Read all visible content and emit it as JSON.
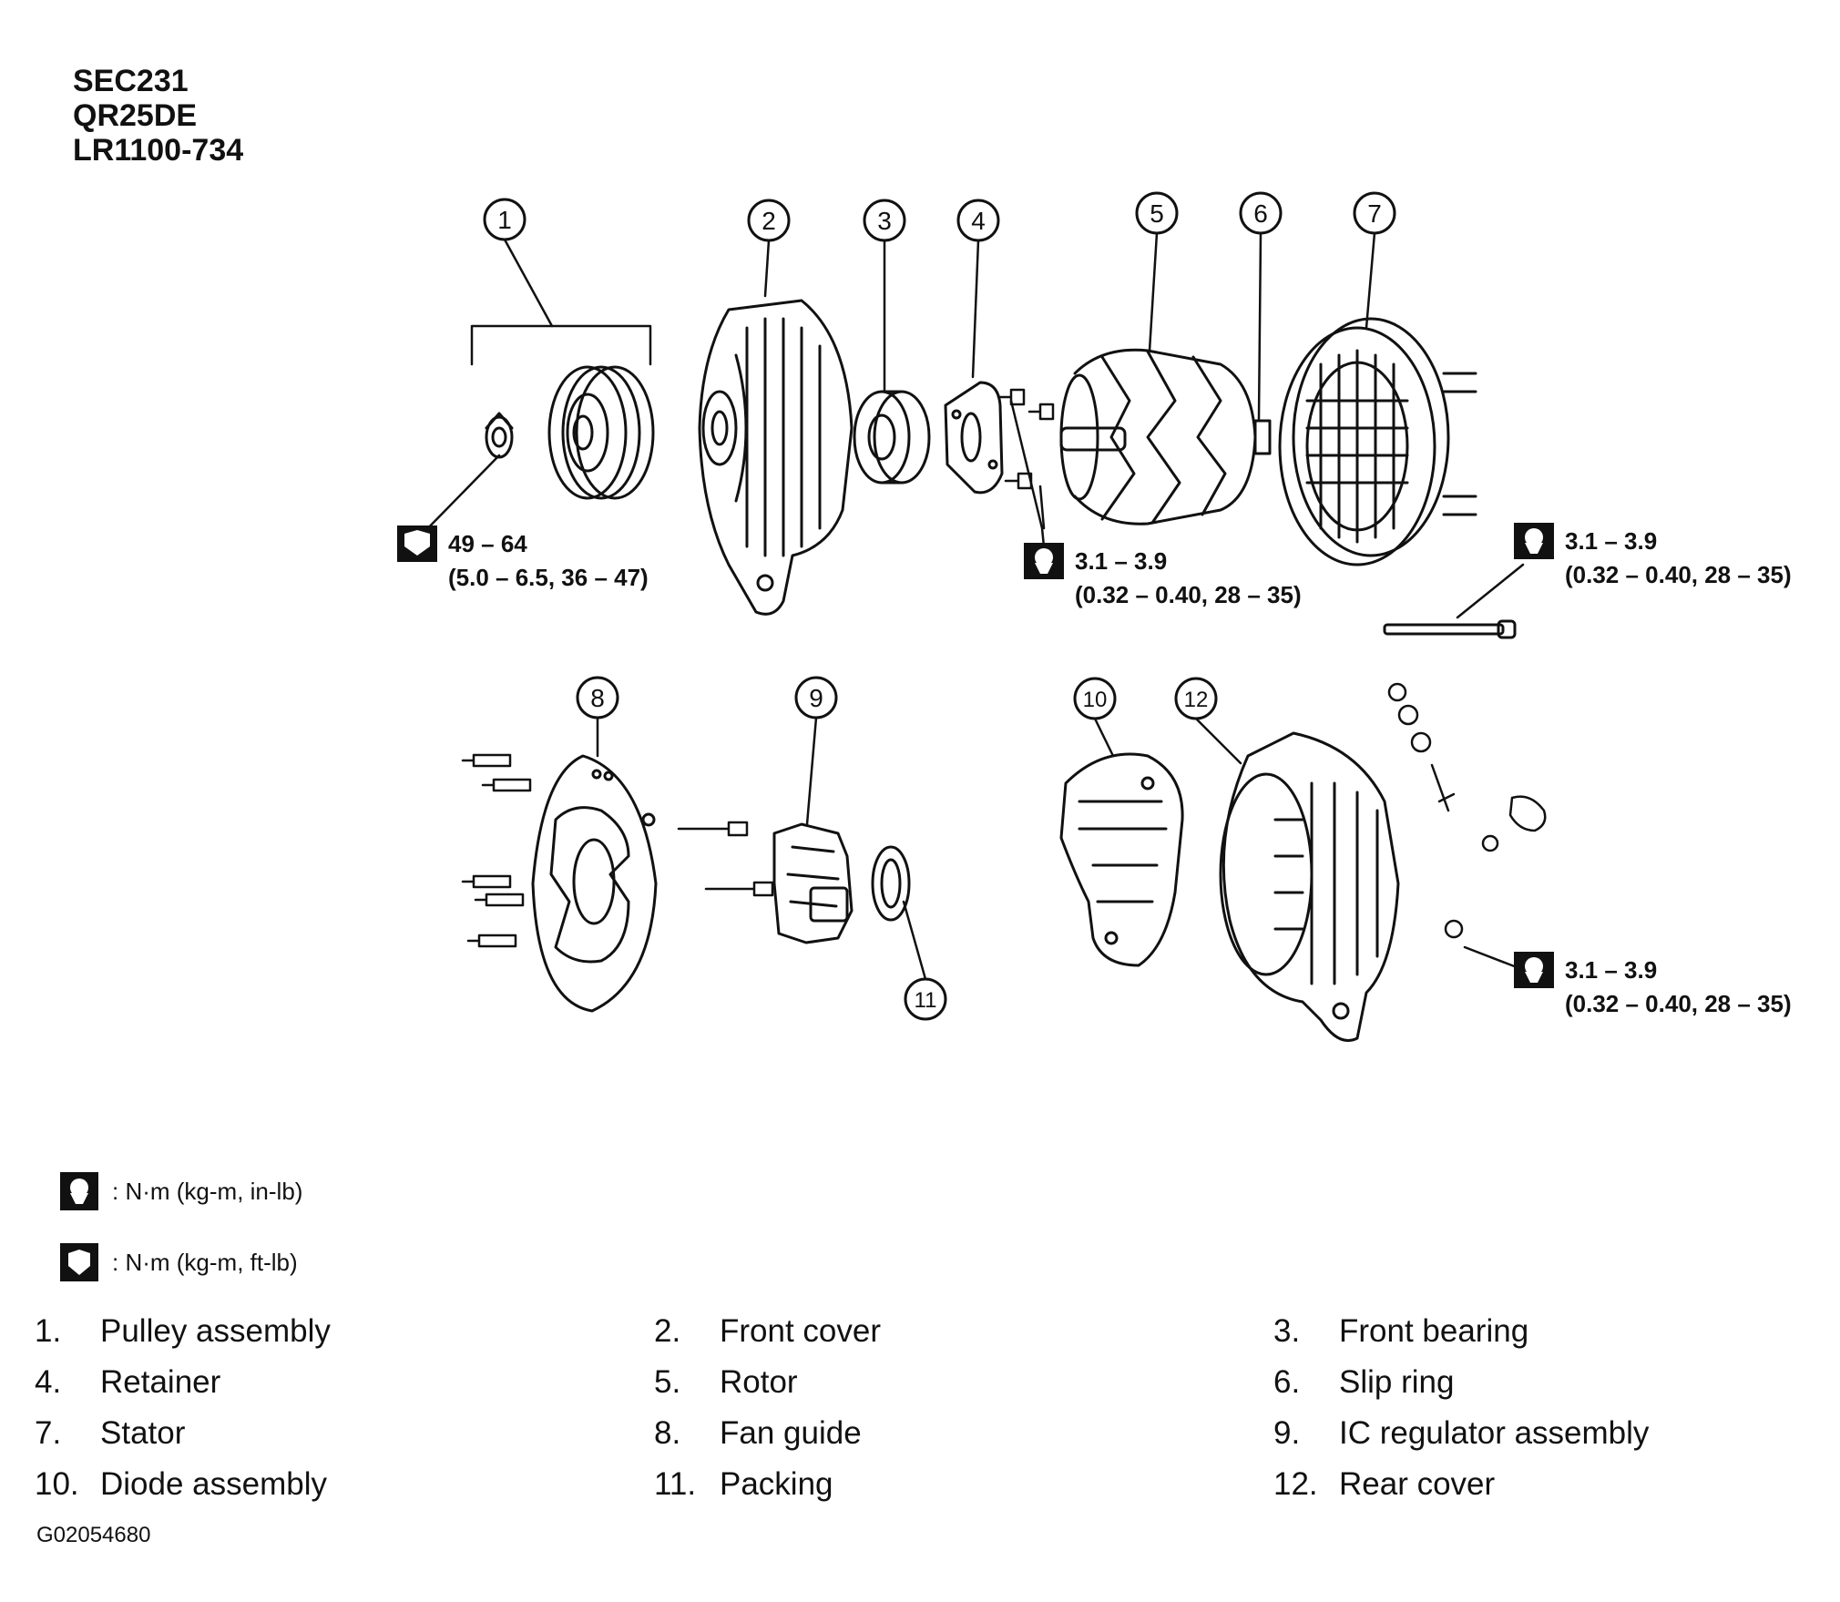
{
  "header": {
    "lines": [
      "SEC231",
      "QR25DE",
      "LR1100-734"
    ]
  },
  "callouts": [
    "1",
    "2",
    "3",
    "4",
    "5",
    "6",
    "7",
    "8",
    "9",
    "10",
    "11",
    "12"
  ],
  "torque_specs": [
    {
      "icon": "wrench-ft-lb-icon",
      "line1": "49 – 64",
      "line2": "(5.0 – 6.5, 36 – 47)"
    },
    {
      "icon": "wrench-in-lb-icon",
      "line1": "3.1 – 3.9",
      "line2": "(0.32 – 0.40, 28 – 35)"
    },
    {
      "icon": "wrench-in-lb-icon",
      "line1": "3.1 – 3.9",
      "line2": "(0.32 – 0.40, 28 – 35)"
    },
    {
      "icon": "wrench-in-lb-icon",
      "line1": "3.1 – 3.9",
      "line2": "(0.32 – 0.40, 28 – 35)"
    }
  ],
  "legend": [
    {
      "icon": "wrench-in-lb-icon",
      "text": ": N·m (kg-m, in-lb)"
    },
    {
      "icon": "wrench-ft-lb-icon",
      "text": ": N·m (kg-m, ft-lb)"
    }
  ],
  "parts": [
    {
      "num": "1.",
      "name": "Pulley assembly"
    },
    {
      "num": "2.",
      "name": "Front cover"
    },
    {
      "num": "3.",
      "name": "Front bearing"
    },
    {
      "num": "4.",
      "name": "Retainer"
    },
    {
      "num": "5.",
      "name": "Rotor"
    },
    {
      "num": "6.",
      "name": "Slip ring"
    },
    {
      "num": "7.",
      "name": "Stator"
    },
    {
      "num": "8.",
      "name": "Fan guide"
    },
    {
      "num": "9.",
      "name": "IC regulator assembly"
    },
    {
      "num": "10.",
      "name": "Diode assembly"
    },
    {
      "num": "11.",
      "name": "Packing"
    },
    {
      "num": "12.",
      "name": "Rear cover"
    }
  ],
  "figure_id": "G02054680"
}
